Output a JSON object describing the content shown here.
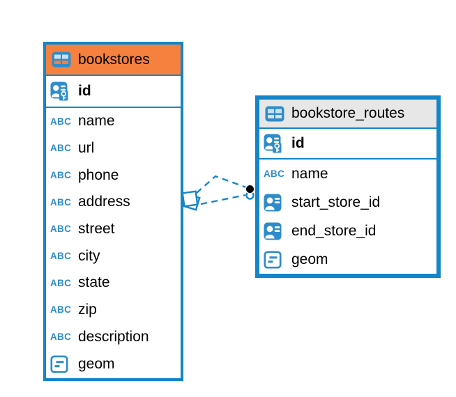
{
  "diagram": {
    "background": "#FFFFFF",
    "colors": {
      "accent_blue": "#1386C9",
      "icon_blue": "#2E8CCA",
      "bookstores_header": "#F6813E",
      "routes_header": "#E7E7E7",
      "text": "#000000"
    },
    "icon_glyphs": {
      "text-icon": "ABC"
    },
    "tables": [
      {
        "name": "bookstores",
        "primary_key": {
          "icon": "primary-key-icon",
          "label": "id"
        },
        "columns": [
          {
            "icon": "text-icon",
            "label": "name"
          },
          {
            "icon": "text-icon",
            "label": "url"
          },
          {
            "icon": "text-icon",
            "label": "phone"
          },
          {
            "icon": "text-icon",
            "label": "address"
          },
          {
            "icon": "text-icon",
            "label": "street"
          },
          {
            "icon": "text-icon",
            "label": "city"
          },
          {
            "icon": "text-icon",
            "label": "state"
          },
          {
            "icon": "text-icon",
            "label": "zip"
          },
          {
            "icon": "text-icon",
            "label": "description"
          },
          {
            "icon": "geometry-icon",
            "label": "geom"
          }
        ]
      },
      {
        "name": "bookstore_routes",
        "primary_key": {
          "icon": "primary-key-icon",
          "label": "id"
        },
        "columns": [
          {
            "icon": "text-icon",
            "label": "name"
          },
          {
            "icon": "foreign-key-icon",
            "label": "start_store_id"
          },
          {
            "icon": "foreign-key-icon",
            "label": "end_store_id"
          },
          {
            "icon": "geometry-icon",
            "label": "geom"
          }
        ]
      }
    ],
    "relationships": {
      "style": "dashed",
      "color": "#1386C9",
      "lines": [
        {
          "from": "bookstores",
          "to": "bookstore_routes"
        },
        {
          "from": "bookstores",
          "to": "bookstore_routes"
        }
      ]
    }
  }
}
